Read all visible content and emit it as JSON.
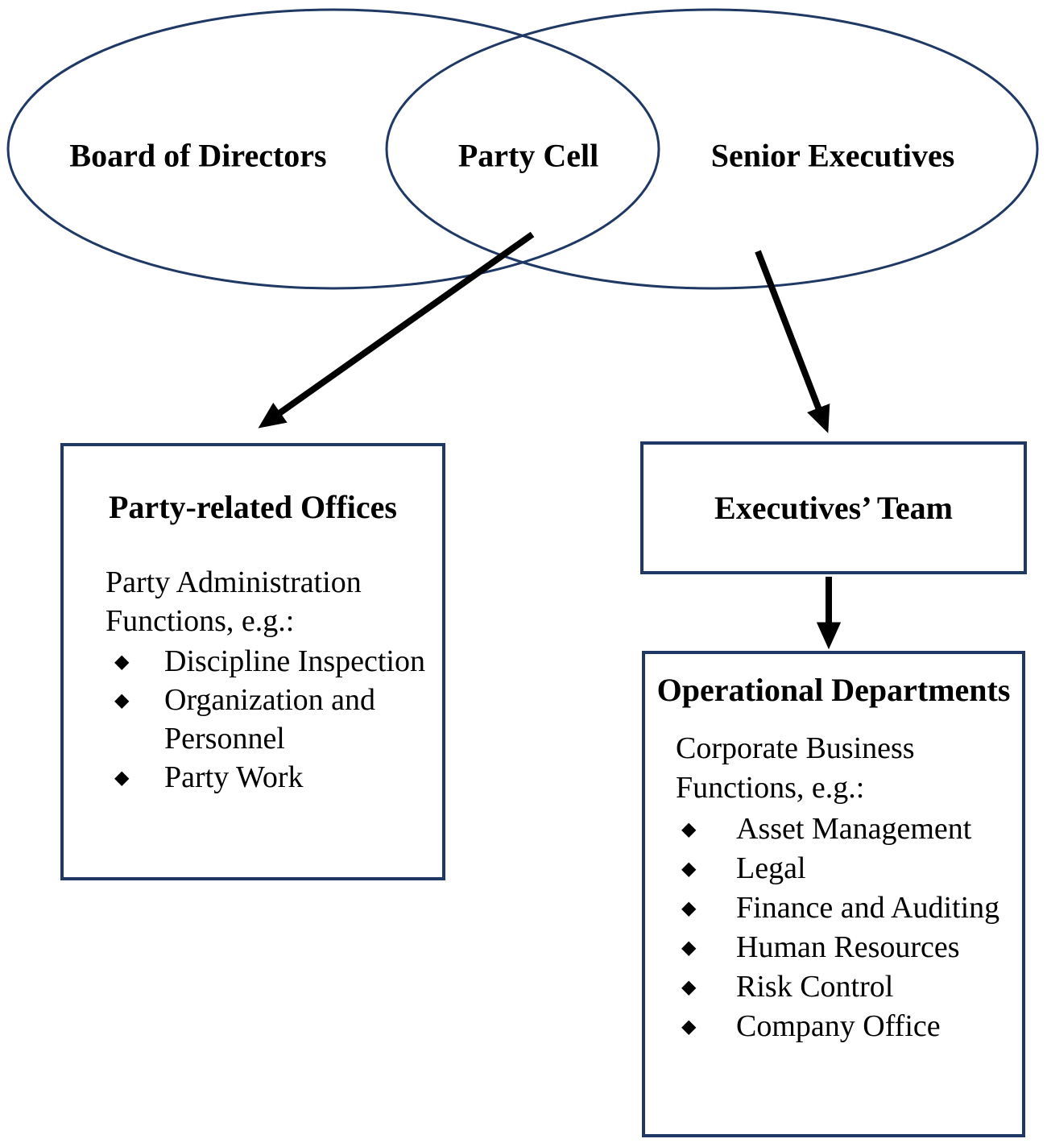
{
  "diagram": {
    "venn": {
      "left_label": "Board of Directors",
      "overlap_label": "Party Cell",
      "right_label": "Senior Executives"
    },
    "left_box": {
      "title": "Party-related Offices",
      "intro": "Party Administration Functions, e.g.:",
      "bullets": [
        "Discipline Inspection",
        "Organization and Personnel",
        "Party Work"
      ]
    },
    "exec_box": {
      "title": "Executives’ Team"
    },
    "ops_box": {
      "title": "Operational Departments",
      "intro": "Corporate Business Functions, e.g.:",
      "bullets": [
        "Asset Management",
        "Legal",
        "Finance and Auditing",
        "Human Resources",
        "Risk Control",
        "Company Office"
      ]
    },
    "icons": {
      "bullet": "◆"
    },
    "colors": {
      "outline": "#1f3864",
      "arrow": "#000000",
      "text": "#000000",
      "background": "#ffffff"
    }
  }
}
